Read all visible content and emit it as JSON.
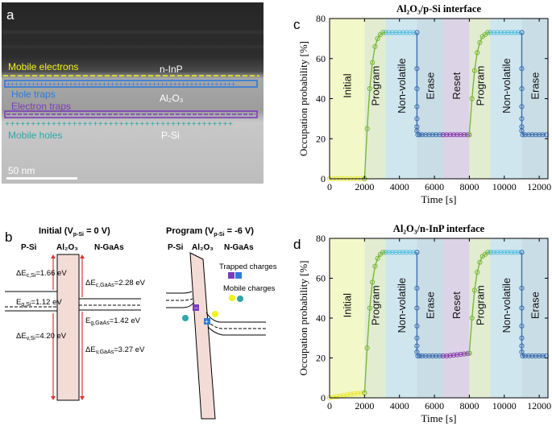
{
  "panel_a": {
    "letter": "a",
    "labels": {
      "mobile_electrons": "Mobile electrons",
      "n_inp": "n-InP",
      "hole_traps": "Hole traps",
      "al2o3": "Al₂O₃",
      "electron_traps": "Electron traps",
      "mobile_holes": "Mobile holes",
      "p_si": "P-Si",
      "scalebar": "50 nm"
    },
    "colors": {
      "electrons": "#f2f21a",
      "hole_traps": "#2f7ad8",
      "electron_traps": "#7a3db8",
      "holes": "#2fa6a6"
    }
  },
  "panel_b": {
    "letter": "b",
    "initial": {
      "title": "Initial (V",
      "title_sub": "p-Si",
      "title_end": " = 0 V)",
      "psi": "P-Si",
      "al2o3": "Al₂O₃",
      "ngaas": "N-GaAs",
      "dEc_si": "ΔE",
      "dEc_si_sub": "c,Si",
      "dEc_si_val": "=1.66 eV",
      "eg_si": "E",
      "eg_si_sub": "g,Si",
      "eg_si_val": "=1.12 eV",
      "dEv_si": "ΔE",
      "dEv_si_sub": "v,Si",
      "dEv_si_val": "=4.20 eV",
      "dEc_gaas": "ΔE",
      "dEc_gaas_sub": "c,GaAs",
      "dEc_gaas_val": "=2.28 eV",
      "eg_gaas": "E",
      "eg_gaas_sub": "g,GaAs",
      "eg_gaas_val": "=1.42 eV",
      "dEv_gaas": "ΔE",
      "dEv_gaas_sub": "v,GaAs",
      "dEv_gaas_val": "=3.27 eV"
    },
    "program": {
      "title": "Program (V",
      "title_sub": "p-Si",
      "title_end": " = -6 V)",
      "psi": "P-Si",
      "al2o3": "Al₂O₃",
      "ngaas": "N-GaAs",
      "trapped": "Trapped charges",
      "mobile": "Mobile charges"
    }
  },
  "chart_data": [
    {
      "panel": "c",
      "type": "line",
      "title": "Al₂O₃/p-Si interface",
      "xlabel": "Time [s]",
      "ylabel": "Occupation probability [%]",
      "xlim": [
        0,
        12500
      ],
      "ylim": [
        0,
        80
      ],
      "xticks": [
        0,
        2000,
        4000,
        6000,
        8000,
        10000,
        12000
      ],
      "yticks": [
        0,
        20,
        40,
        60,
        80
      ],
      "regions": [
        {
          "label": "Initial",
          "x0": 0,
          "x1": 2000,
          "color": "#f3f8c8"
        },
        {
          "label": "Program",
          "x0": 2000,
          "x1": 3200,
          "color": "#e2ecd0"
        },
        {
          "label": "Non-volatile",
          "x0": 3200,
          "x1": 5000,
          "color": "#cfe6ef"
        },
        {
          "label": "Erase",
          "x0": 5000,
          "x1": 6500,
          "color": "#c9dde6"
        },
        {
          "label": "Reset",
          "x0": 6500,
          "x1": 8000,
          "color": "#dcd3e6"
        },
        {
          "label": "Program",
          "x0": 8000,
          "x1": 9200,
          "color": "#e2ecd0"
        },
        {
          "label": "Non-volatile",
          "x0": 9200,
          "x1": 11000,
          "color": "#cfe6ef"
        },
        {
          "label": "Erase",
          "x0": 11000,
          "x1": 12500,
          "color": "#c9dde6"
        }
      ],
      "series": [
        {
          "color": "#e8e832",
          "x": [
            0,
            200,
            400,
            600,
            800,
            1000,
            1200,
            1400,
            1600,
            1800,
            2000
          ],
          "y": [
            0,
            0,
            0,
            0,
            0,
            0,
            0,
            0,
            0,
            0,
            0
          ]
        },
        {
          "color": "#79b83a",
          "x": [
            2000,
            2150,
            2300,
            2450,
            2600,
            2750,
            2900,
            3050,
            3200
          ],
          "y": [
            0,
            25,
            45,
            58,
            66,
            70,
            72,
            73,
            73
          ]
        },
        {
          "color": "#5cc0e0",
          "x": [
            3200,
            3400,
            3600,
            3800,
            4000,
            4200,
            4400,
            4600,
            4800,
            5000
          ],
          "y": [
            73,
            73,
            73,
            73,
            73,
            73,
            73,
            73,
            73,
            73
          ]
        },
        {
          "color": "#3f6fb0",
          "x": [
            5000,
            5000,
            5000,
            5000,
            5000,
            5000,
            5000,
            5050,
            5150,
            5300,
            5500,
            5700,
            5900,
            6100,
            6300,
            6500
          ],
          "y": [
            73,
            55,
            45,
            36,
            30,
            26,
            24,
            22,
            22,
            22,
            22,
            22,
            22,
            22,
            22,
            22
          ]
        },
        {
          "color": "#8a3fb0",
          "x": [
            6500,
            6700,
            6900,
            7100,
            7300,
            7500,
            7700,
            7900,
            8000
          ],
          "y": [
            22,
            22,
            22,
            22,
            22,
            22,
            22,
            22,
            22
          ]
        },
        {
          "color": "#79b83a",
          "x": [
            8000,
            8150,
            8300,
            8450,
            8600,
            8750,
            8900,
            9050,
            9200
          ],
          "y": [
            22,
            40,
            54,
            63,
            68,
            71,
            72,
            73,
            73
          ]
        },
        {
          "color": "#5cc0e0",
          "x": [
            9200,
            9400,
            9600,
            9800,
            10000,
            10200,
            10400,
            10600,
            10800,
            11000
          ],
          "y": [
            73,
            73,
            73,
            73,
            73,
            73,
            73,
            73,
            73,
            73
          ]
        },
        {
          "color": "#3f6fb0",
          "x": [
            11000,
            11000,
            11000,
            11000,
            11000,
            11000,
            11000,
            11050,
            11200,
            11400,
            11600,
            11800,
            12000,
            12200,
            12400
          ],
          "y": [
            73,
            55,
            45,
            36,
            30,
            26,
            24,
            22,
            22,
            22,
            22,
            22,
            22,
            22,
            22
          ]
        }
      ]
    },
    {
      "panel": "d",
      "type": "line",
      "title": "Al₂O₃/n-InP interface",
      "xlabel": "Time [s]",
      "ylabel": "Occupation probability [%]",
      "xlim": [
        0,
        12500
      ],
      "ylim": [
        0,
        80
      ],
      "xticks": [
        0,
        2000,
        4000,
        6000,
        8000,
        10000,
        12000
      ],
      "yticks": [
        0,
        20,
        40,
        60,
        80
      ],
      "regions": [
        {
          "label": "Initial",
          "x0": 0,
          "x1": 2000,
          "color": "#f3f8c8"
        },
        {
          "label": "Program",
          "x0": 2000,
          "x1": 3200,
          "color": "#e2ecd0"
        },
        {
          "label": "Non-volatile",
          "x0": 3200,
          "x1": 5000,
          "color": "#cfe6ef"
        },
        {
          "label": "Erase",
          "x0": 5000,
          "x1": 6500,
          "color": "#c9dde6"
        },
        {
          "label": "Reset",
          "x0": 6500,
          "x1": 8000,
          "color": "#dcd3e6"
        },
        {
          "label": "Program",
          "x0": 8000,
          "x1": 9200,
          "color": "#e2ecd0"
        },
        {
          "label": "Non-volatile",
          "x0": 9200,
          "x1": 11000,
          "color": "#cfe6ef"
        },
        {
          "label": "Erase",
          "x0": 11000,
          "x1": 12500,
          "color": "#c9dde6"
        }
      ],
      "series": [
        {
          "color": "#e8e832",
          "x": [
            0,
            200,
            400,
            600,
            800,
            1000,
            1200,
            1400,
            1600,
            1800,
            2000
          ],
          "y": [
            0,
            0.3,
            0.6,
            0.9,
            1.2,
            1.5,
            1.8,
            2.0,
            2.2,
            2.4,
            2.5
          ]
        },
        {
          "color": "#79b83a",
          "x": [
            2000,
            2150,
            2300,
            2450,
            2600,
            2750,
            2900,
            3050,
            3200
          ],
          "y": [
            2.5,
            25,
            45,
            58,
            66,
            70,
            72,
            73,
            73
          ]
        },
        {
          "color": "#5cc0e0",
          "x": [
            3200,
            3400,
            3600,
            3800,
            4000,
            4200,
            4400,
            4600,
            4800,
            5000
          ],
          "y": [
            73,
            73,
            73,
            73,
            73,
            73,
            73,
            73,
            73,
            73
          ]
        },
        {
          "color": "#3f6fb0",
          "x": [
            5000,
            5000,
            5000,
            5000,
            5000,
            5000,
            5000,
            5050,
            5150,
            5300,
            5500,
            5700,
            5900,
            6100,
            6300,
            6500
          ],
          "y": [
            73,
            55,
            45,
            36,
            30,
            26,
            23,
            21,
            21,
            21,
            21,
            21,
            21,
            21,
            21,
            21
          ]
        },
        {
          "color": "#8a3fb0",
          "x": [
            6500,
            6700,
            6900,
            7100,
            7300,
            7500,
            7700,
            7900,
            8000
          ],
          "y": [
            21,
            21,
            21.2,
            21.4,
            21.6,
            21.8,
            22,
            22.2,
            22.4
          ]
        },
        {
          "color": "#79b83a",
          "x": [
            8000,
            8150,
            8300,
            8450,
            8600,
            8750,
            8900,
            9050,
            9200
          ],
          "y": [
            22.4,
            40,
            54,
            63,
            68,
            71,
            72,
            73,
            73
          ]
        },
        {
          "color": "#5cc0e0",
          "x": [
            9200,
            9400,
            9600,
            9800,
            10000,
            10200,
            10400,
            10600,
            10800,
            11000
          ],
          "y": [
            73,
            73,
            73,
            73,
            73,
            73,
            73,
            73,
            73,
            73
          ]
        },
        {
          "color": "#3f6fb0",
          "x": [
            11000,
            11000,
            11000,
            11000,
            11000,
            11000,
            11000,
            11050,
            11200,
            11400,
            11600,
            11800,
            12000,
            12200,
            12400
          ],
          "y": [
            73,
            55,
            45,
            36,
            30,
            26,
            23,
            21,
            21,
            21,
            21,
            21,
            21,
            21,
            21
          ]
        }
      ]
    }
  ]
}
